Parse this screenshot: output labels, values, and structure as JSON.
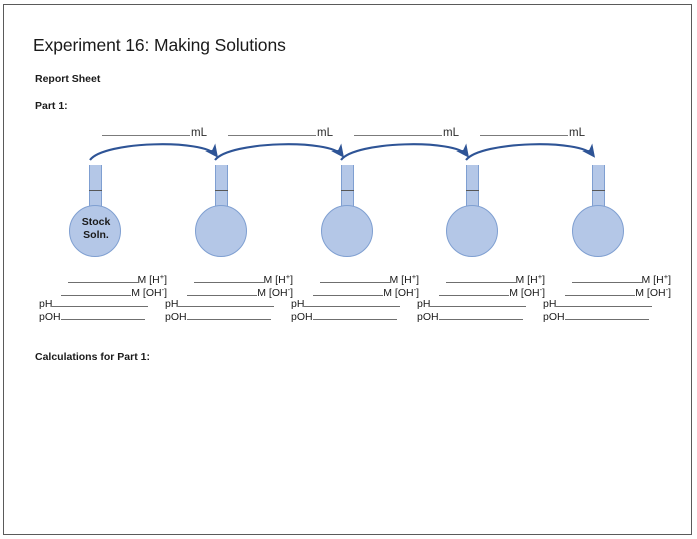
{
  "document": {
    "title": "Experiment 16: Making Solutions",
    "report_sheet_label": "Report Sheet",
    "part1_label": "Part 1:",
    "calculations_label": "Calculations for Part 1:"
  },
  "colors": {
    "flask_fill": "#b4c7e7",
    "flask_outline": "#7f9fd1",
    "arrow": "#2e5496",
    "blank_line": "#6f6f6f",
    "page_border": "#5a5a5a",
    "text": "#1a1a1a"
  },
  "diagram": {
    "transfer_labels": [
      {
        "blank": "",
        "unit": "mL"
      },
      {
        "blank": "",
        "unit": "mL"
      },
      {
        "blank": "",
        "unit": "mL"
      },
      {
        "blank": "",
        "unit": "mL"
      }
    ],
    "flasks": [
      {
        "label_line1": "Stock",
        "label_line2": "Soln.",
        "name": "flask-stock"
      },
      {
        "label_line1": "",
        "label_line2": "",
        "name": "flask-2"
      },
      {
        "label_line1": "",
        "label_line2": "",
        "name": "flask-3"
      },
      {
        "label_line1": "",
        "label_line2": "",
        "name": "flask-4"
      },
      {
        "label_line1": "",
        "label_line2": "",
        "name": "flask-5"
      }
    ],
    "arrow_icon": "curved-transfer-arrow-icon"
  },
  "answer_blocks": [
    {
      "h_concentration": "M [H+]",
      "oh_concentration": "M [OH-]",
      "ph_label": "pH",
      "poh_label": "pOH",
      "h_value": "",
      "oh_value": "",
      "ph_value": "",
      "poh_value": ""
    },
    {
      "h_concentration": "M [H+]",
      "oh_concentration": "M [OH-]",
      "ph_label": "pH",
      "poh_label": "pOH",
      "h_value": "",
      "oh_value": "",
      "ph_value": "",
      "poh_value": ""
    },
    {
      "h_concentration": "M [H+]",
      "oh_concentration": "M [OH-]",
      "ph_label": "pH",
      "poh_label": "pOH",
      "h_value": "",
      "oh_value": "",
      "ph_value": "",
      "poh_value": ""
    },
    {
      "h_concentration": "M [H+]",
      "oh_concentration": "M [OH-]",
      "ph_label": "pH",
      "poh_label": "pOH",
      "h_value": "",
      "oh_value": "",
      "ph_value": "",
      "poh_value": ""
    },
    {
      "h_concentration": "M [H+]",
      "oh_concentration": "M [OH-]",
      "ph_label": "pH",
      "poh_label": "pOH",
      "h_value": "",
      "oh_value": "",
      "ph_value": "",
      "poh_value": ""
    }
  ]
}
